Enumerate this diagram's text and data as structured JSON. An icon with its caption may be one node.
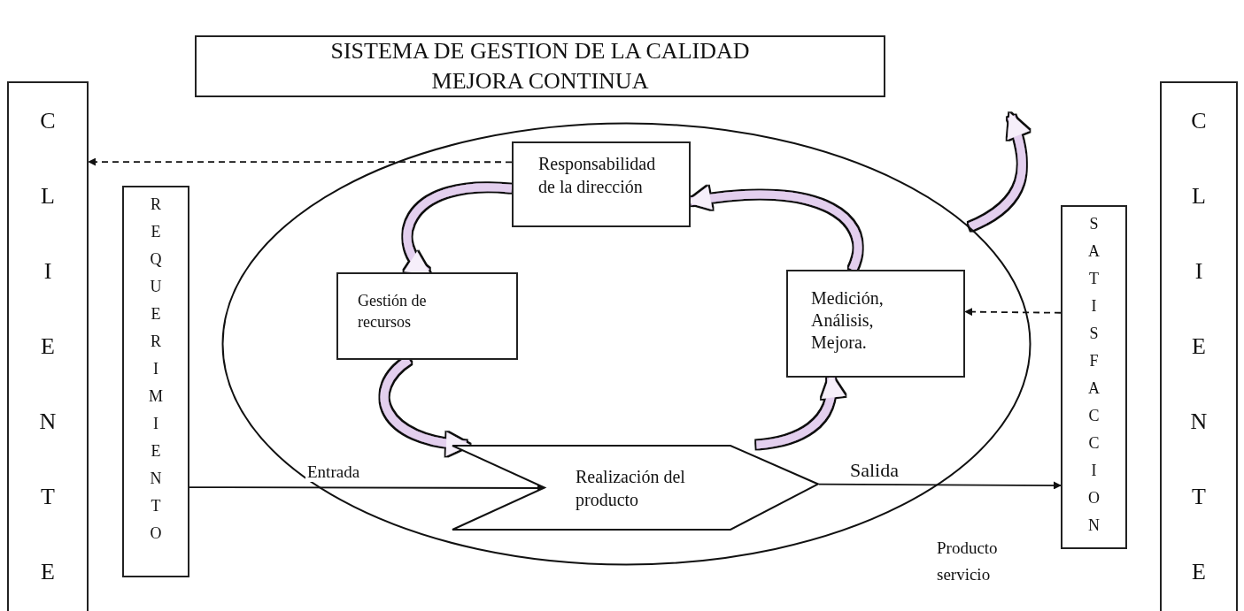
{
  "diagram": {
    "nodes": [
      {
        "text": [
          "SISTEMA DE GESTION DE LA CALIDAD MEJORA CONTINUA"
        ]
      },
      {
        "text": [
          "CLIENTE"
        ]
      },
      {
        "text": [
          "REQUERIMIENTO"
        ]
      },
      {
        "text": [],
        "shape": "ellipse"
      },
      {
        "text": [
          "Responsabilidad de la dirección"
        ],
        "in": 3
      },
      {
        "text": [
          "Gestión de recursos"
        ],
        "in": 3
      },
      {
        "text": [
          "Medición, Análisis, Mejora."
        ],
        "in": 3
      },
      {
        "text": [
          "Realización del producto"
        ],
        "in": 3
      },
      {
        "text": [
          "SATISFACCION"
        ]
      },
      {
        "text": [
          "CLIENTE"
        ]
      }
    ],
    "edges": [
      {
        "from": 4,
        "to": 1,
        "arrow": "to",
        "style": "dashed",
        "color": "#111111"
      },
      {
        "from": 2,
        "to": 7,
        "arrow": "to",
        "label": "Entrada",
        "color": "#111111"
      },
      {
        "from": 7,
        "to": 8,
        "arrow": "to",
        "label": "Salida",
        "color": "#111111"
      },
      {
        "from": 8,
        "to": 6,
        "arrow": "to",
        "style": "dashed",
        "color": "#111111"
      },
      {
        "from": 4,
        "to": 5,
        "arrow": "to",
        "color": "#e3cfee"
      },
      {
        "from": 5,
        "to": 7,
        "arrow": "to",
        "color": "#e3cfee"
      },
      {
        "from": 7,
        "to": 6,
        "arrow": "to",
        "color": "#e3cfee"
      },
      {
        "from": 6,
        "to": 4,
        "arrow": "to",
        "color": "#e3cfee"
      },
      {
        "from": 3,
        "to": null,
        "arrow": "to",
        "color": "#e3cfee"
      }
    ],
    "labels": [
      "Producto servicio"
    ]
  }
}
